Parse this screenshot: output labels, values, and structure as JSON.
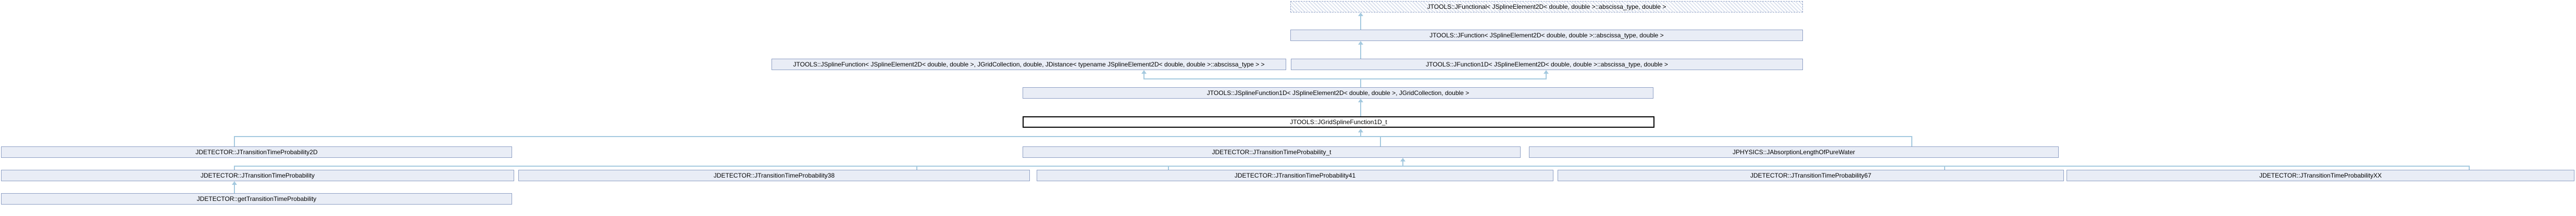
{
  "diagram": {
    "kind": "class-inheritance-graph",
    "colors": {
      "node_fill": "#e9edf6",
      "node_border": "#8d9ec4",
      "current_node_border": "#000000",
      "edge": "#a4c9df",
      "background": "#ffffff",
      "text": "#000000"
    },
    "nodes": {
      "jfunctional": {
        "label": "JTOOLS::JFunctional< JSplineElement2D< double, double >::abscissa_type, double >",
        "style": "dashed-hatched"
      },
      "jfunction": {
        "label": "JTOOLS::JFunction< JSplineElement2D< double, double >::abscissa_type, double >",
        "style": "solid"
      },
      "jsplinefunction": {
        "label": "JTOOLS::JSplineFunction< JSplineElement2D< double, double >, JGridCollection, double, JDistance< typename JSplineElement2D< double, double >::abscissa_type > >",
        "style": "solid"
      },
      "jfunction1d": {
        "label": "JTOOLS::JFunction1D< JSplineElement2D< double, double >::abscissa_type, double >",
        "style": "solid"
      },
      "jsplinefunction1d": {
        "label": "JTOOLS::JSplineFunction1D< JSplineElement2D< double, double >, JGridCollection, double >",
        "style": "solid"
      },
      "jgridsplinefunction1d_t": {
        "label": "JTOOLS::JGridSplineFunction1D_t",
        "style": "current-class"
      },
      "jtransitiontimeprobability2d": {
        "label": "JDETECTOR::JTransitionTimeProbability2D",
        "style": "solid"
      },
      "jtransitiontimeprobability_t": {
        "label": "JDETECTOR::JTransitionTimeProbability_t",
        "style": "solid"
      },
      "jabsorptionlengthofpurewater": {
        "label": "JPHYSICS::JAbsorptionLengthOfPureWater",
        "style": "solid"
      },
      "jtransitiontimeprobability": {
        "label": "JDETECTOR::JTransitionTimeProbability",
        "style": "solid"
      },
      "jtransitiontimeprobability38": {
        "label": "JDETECTOR::JTransitionTimeProbability38",
        "style": "solid"
      },
      "jtransitiontimeprobability41": {
        "label": "JDETECTOR::JTransitionTimeProbability41",
        "style": "solid"
      },
      "jtransitiontimeprobability67": {
        "label": "JDETECTOR::JTransitionTimeProbability67",
        "style": "solid"
      },
      "jtransitiontimeprobabilityxx": {
        "label": "JDETECTOR::JTransitionTimeProbabilityXX",
        "style": "solid"
      },
      "gettransitiontimeprobability": {
        "label": "JDETECTOR::getTransitionTimeProbability",
        "style": "solid"
      }
    },
    "edges": [
      {
        "derived": "jfunction",
        "base": "jfunctional"
      },
      {
        "derived": "jfunction1d",
        "base": "jfunction"
      },
      {
        "derived": "jsplinefunction1d",
        "base": "jsplinefunction"
      },
      {
        "derived": "jsplinefunction1d",
        "base": "jfunction1d"
      },
      {
        "derived": "jgridsplinefunction1d_t",
        "base": "jsplinefunction1d"
      },
      {
        "derived": "jtransitiontimeprobability2d",
        "base": "jgridsplinefunction1d_t"
      },
      {
        "derived": "jtransitiontimeprobability_t",
        "base": "jgridsplinefunction1d_t"
      },
      {
        "derived": "jabsorptionlengthofpurewater",
        "base": "jgridsplinefunction1d_t"
      },
      {
        "derived": "jtransitiontimeprobability",
        "base": "jtransitiontimeprobability_t"
      },
      {
        "derived": "jtransitiontimeprobability38",
        "base": "jtransitiontimeprobability_t"
      },
      {
        "derived": "jtransitiontimeprobability41",
        "base": "jtransitiontimeprobability_t"
      },
      {
        "derived": "jtransitiontimeprobability67",
        "base": "jtransitiontimeprobability_t"
      },
      {
        "derived": "jtransitiontimeprobabilityxx",
        "base": "jtransitiontimeprobability_t"
      },
      {
        "derived": "gettransitiontimeprobability",
        "base": "jtransitiontimeprobability"
      }
    ]
  }
}
